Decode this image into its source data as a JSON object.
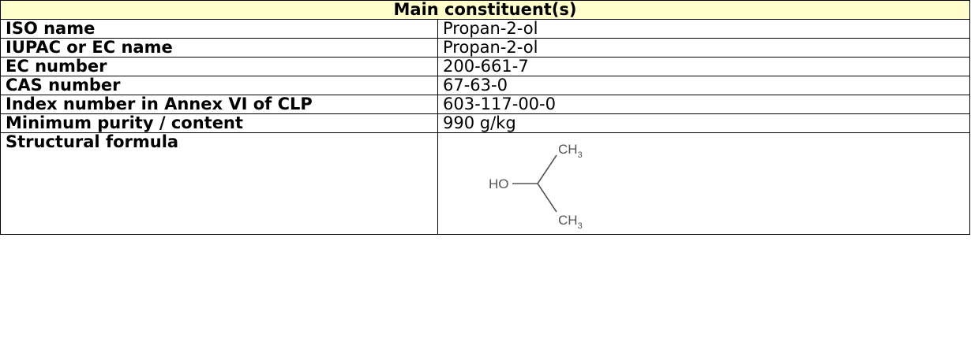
{
  "table": {
    "header": "Main constituent(s)",
    "header_bg": "#ffffcc",
    "rows": [
      {
        "label": "ISO name",
        "value": "Propan-2-ol"
      },
      {
        "label": "IUPAC or EC name",
        "value": "Propan-2-ol"
      },
      {
        "label": "EC number",
        "value": "200-661-7"
      },
      {
        "label": "CAS number",
        "value": "67-63-0"
      },
      {
        "label": "Index number in Annex VI of CLP",
        "value": "603-117-00-0"
      },
      {
        "label": "Minimum purity / content",
        "value": "990 g/kg"
      }
    ],
    "formula_row": {
      "label": "Structural formula",
      "structure": {
        "ho": "HO",
        "ch_top": "CH",
        "ch_top_sub": "3",
        "ch_bottom": "CH",
        "ch_bottom_sub": "3"
      }
    }
  }
}
